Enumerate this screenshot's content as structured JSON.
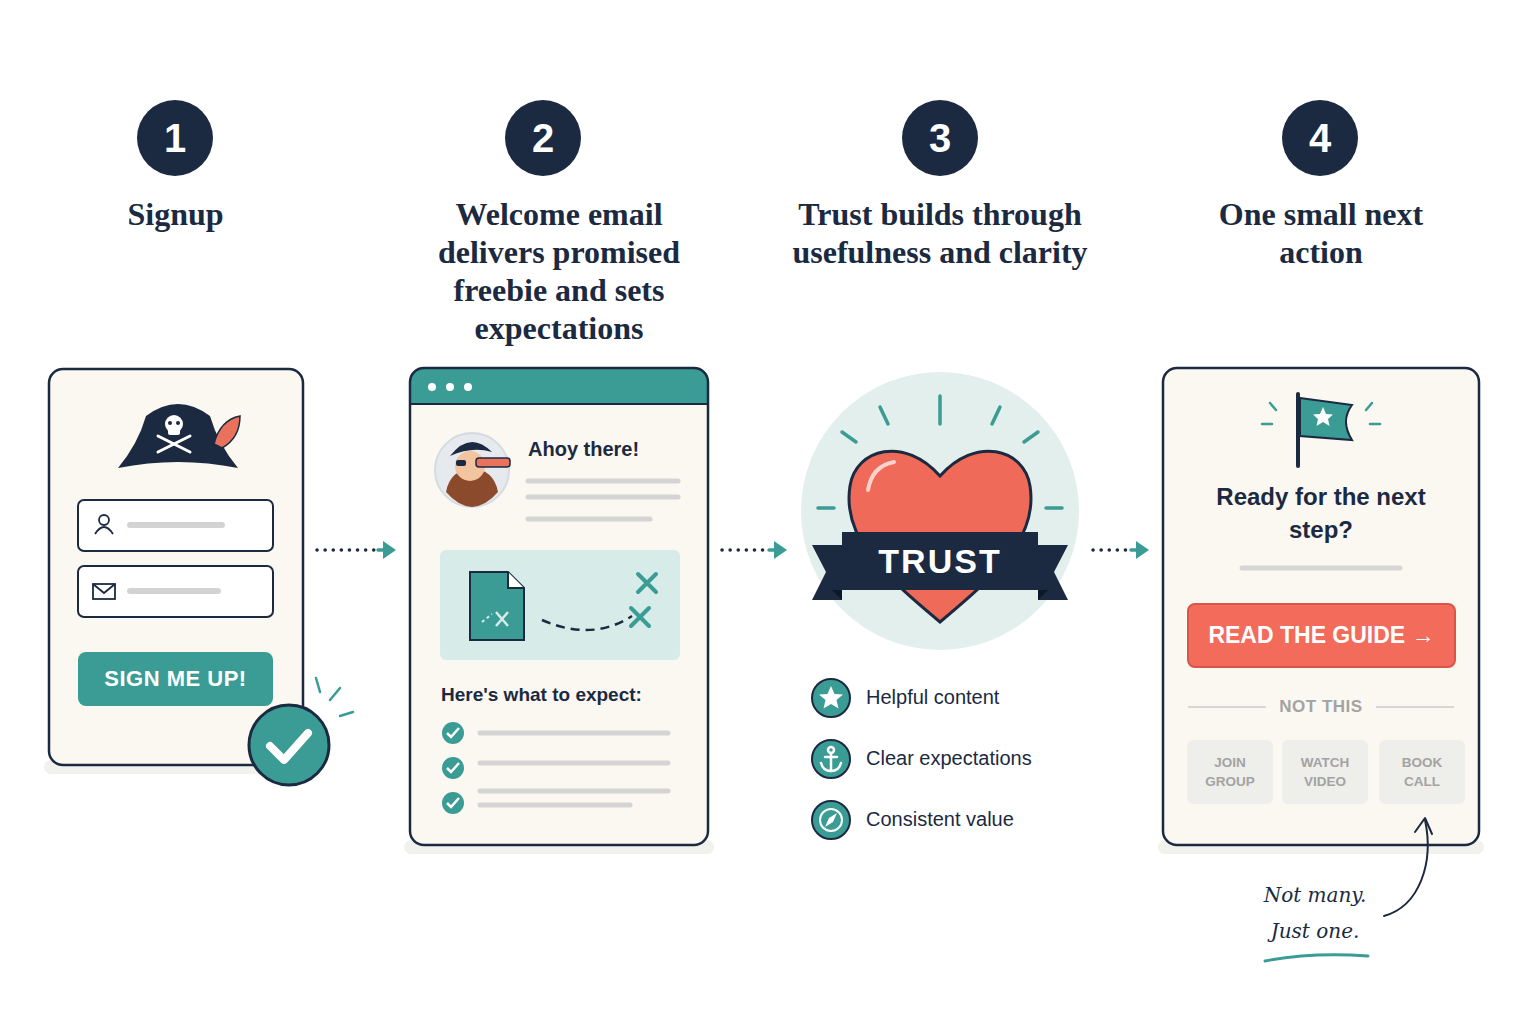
{
  "diagram": {
    "nodes": [
      {
        "text": [
          "1"
        ]
      },
      {
        "text": [
          "Signup"
        ]
      },
      {
        "text": [
          "SIGN ME UP!"
        ],
        "in": 1
      },
      {
        "text": [
          "2"
        ]
      },
      {
        "text": [
          "Welcome email delivers promised freebie and sets expectations",
          "Ahoy there!",
          "Here's what to expect:"
        ]
      },
      {
        "text": [
          "3"
        ]
      },
      {
        "text": [
          "Trust builds through usefulness and clarity"
        ]
      },
      {
        "text": [
          "TRUST"
        ],
        "in": 6
      },
      {
        "text": [
          "4"
        ]
      },
      {
        "text": [
          "One small next action",
          "Ready for the next step?",
          "NOT THIS"
        ]
      },
      {
        "text": [
          "READ THE GUIDE →"
        ],
        "in": 9
      },
      {
        "text": [
          "JOIN GROUP"
        ],
        "in": 9
      },
      {
        "text": [
          "WATCH VIDEO"
        ],
        "in": 9
      },
      {
        "text": [
          "BOOK CALL"
        ],
        "in": 9
      }
    ],
    "edges": [
      {
        "from": 1,
        "to": 4,
        "arrow": "to"
      },
      {
        "from": 4,
        "to": 6,
        "arrow": "to"
      },
      {
        "from": 6,
        "to": 9,
        "arrow": "to"
      }
    ],
    "labels": [
      "Helpful content",
      "Clear expectations",
      "Consistent value",
      "Not many. Just one."
    ]
  }
}
